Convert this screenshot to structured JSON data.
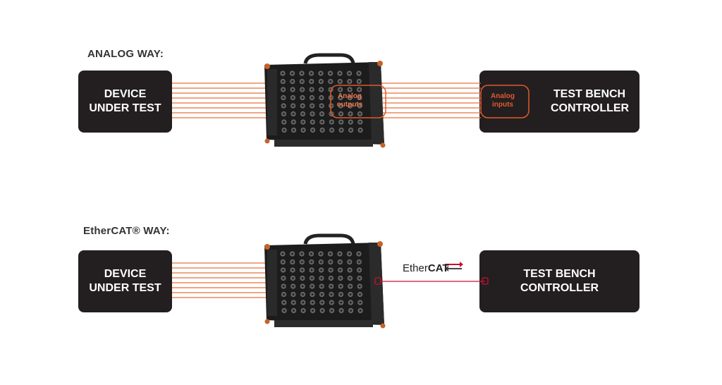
{
  "sections": [
    {
      "heading": "ANALOG WAY:",
      "device": {
        "line1": "DEVICE",
        "line2": "UNDER TEST"
      },
      "controller": {
        "line1": "TEST BENCH",
        "line2": "CONTROLLER"
      },
      "outputs_label": {
        "line1": "Analog",
        "line2": "outputs"
      },
      "inputs_label": {
        "line1": "Analog",
        "line2": "inputs"
      }
    },
    {
      "heading": "EtherCAT® WAY:",
      "device": {
        "line1": "DEVICE",
        "line2": "UNDER TEST"
      },
      "controller": {
        "line1": "TEST BENCH",
        "line2": "CONTROLLER"
      },
      "fieldbus_logo": {
        "part1": "Ether",
        "part2": "CAT"
      }
    }
  ],
  "colors": {
    "box_fill": "#231f20",
    "analog_lines": "#e8703e",
    "ethercat_link": "#c8102e",
    "highlight": "#e2582e",
    "device_chassis": "#1c1c1c",
    "device_corner": "#c8622a"
  },
  "icons": [
    "data-logger-device",
    "ethercat-logo-arrows"
  ]
}
